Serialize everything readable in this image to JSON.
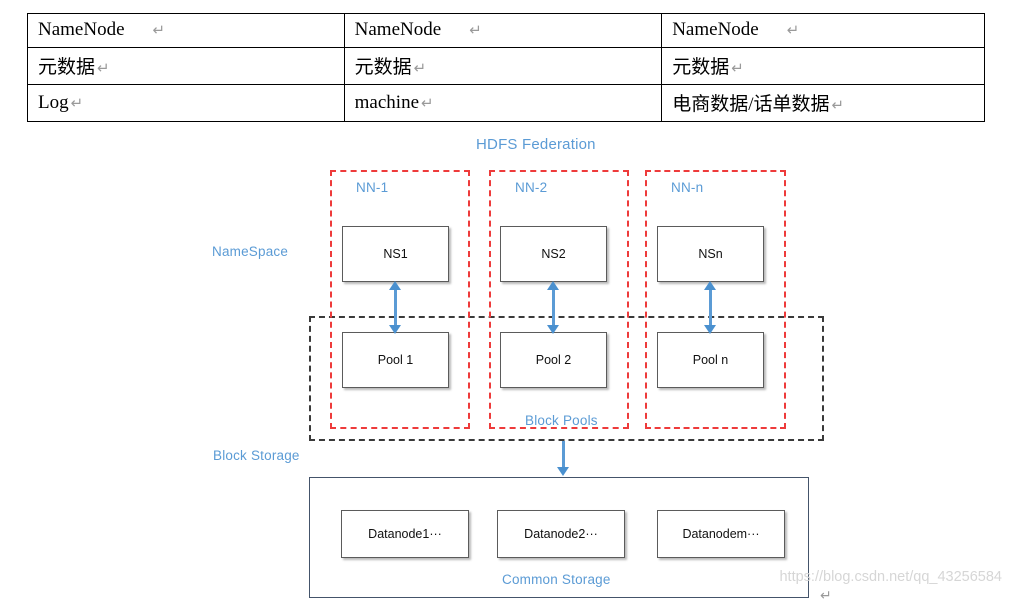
{
  "table": {
    "rows": [
      [
        "NameNode",
        "NameNode",
        "NameNode"
      ],
      [
        "元数据",
        "元数据",
        "元数据"
      ],
      [
        "Log",
        "machine",
        "电商数据/话单数据"
      ]
    ],
    "paragraph_mark": "↵"
  },
  "diagram": {
    "title": "HDFS Federation",
    "side_labels": {
      "namespace": "NameSpace",
      "block_storage": "Block Storage"
    },
    "inner_labels": {
      "block_pools": "Block Pools",
      "common_storage": "Common  Storage"
    },
    "namenodes": [
      {
        "label": "NN-1",
        "namespace": "NS1",
        "pool": "Pool 1"
      },
      {
        "label": "NN-2",
        "namespace": "NS2",
        "pool": "Pool 2"
      },
      {
        "label": "NN-n",
        "namespace": "NSn",
        "pool": "Pool n"
      }
    ],
    "datanodes": [
      "Datanode1···",
      "Datanode2···",
      "Datanodem···"
    ],
    "colors": {
      "accent_blue": "#5b9bd5",
      "dashed_red": "#ee3b3b",
      "dashed_black": "#3a3a3a",
      "box_border": "#5b5b5b",
      "storage_border": "#44546a"
    }
  },
  "watermark": {
    "text": "https://blog.csdn.net/qq_43256584"
  }
}
